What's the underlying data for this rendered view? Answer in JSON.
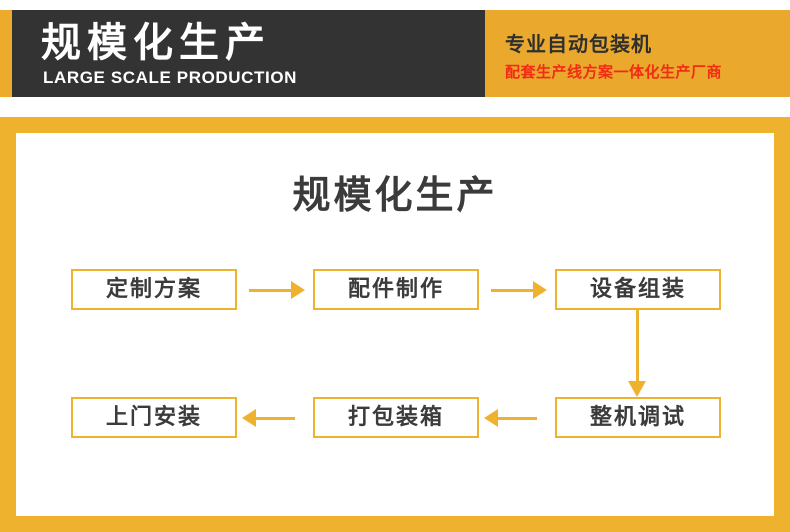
{
  "header": {
    "title_cn": "规模化生产",
    "title_en": "LARGE SCALE PRODUCTION",
    "subtitle_main": "专业自动包装机",
    "subtitle_red": "配套生产线方案一体化生产厂商",
    "dark_color": "#333333",
    "accent_color": "#ecab2d",
    "red_color": "#f02c14"
  },
  "body": {
    "frame_color": "#efb22e",
    "main_title": "规模化生产"
  },
  "flow": {
    "steps": [
      {
        "label": "定制方案",
        "row": 1,
        "col": 1
      },
      {
        "label": "配件制作",
        "row": 1,
        "col": 2
      },
      {
        "label": "设备组装",
        "row": 1,
        "col": 3
      },
      {
        "label": "整机调试",
        "row": 2,
        "col": 3
      },
      {
        "label": "打包装箱",
        "row": 2,
        "col": 2
      },
      {
        "label": "上门安装",
        "row": 2,
        "col": 1
      }
    ],
    "connectors": [
      {
        "name": "arrow-step1-to-step2",
        "direction": "right"
      },
      {
        "name": "arrow-step2-to-step3",
        "direction": "right"
      },
      {
        "name": "arrow-step3-to-step4",
        "direction": "down"
      },
      {
        "name": "arrow-step4-to-step5",
        "direction": "left"
      },
      {
        "name": "arrow-step5-to-step6",
        "direction": "left"
      }
    ],
    "box_border_color": "#efb22e",
    "text_color": "#3b3b3b"
  }
}
